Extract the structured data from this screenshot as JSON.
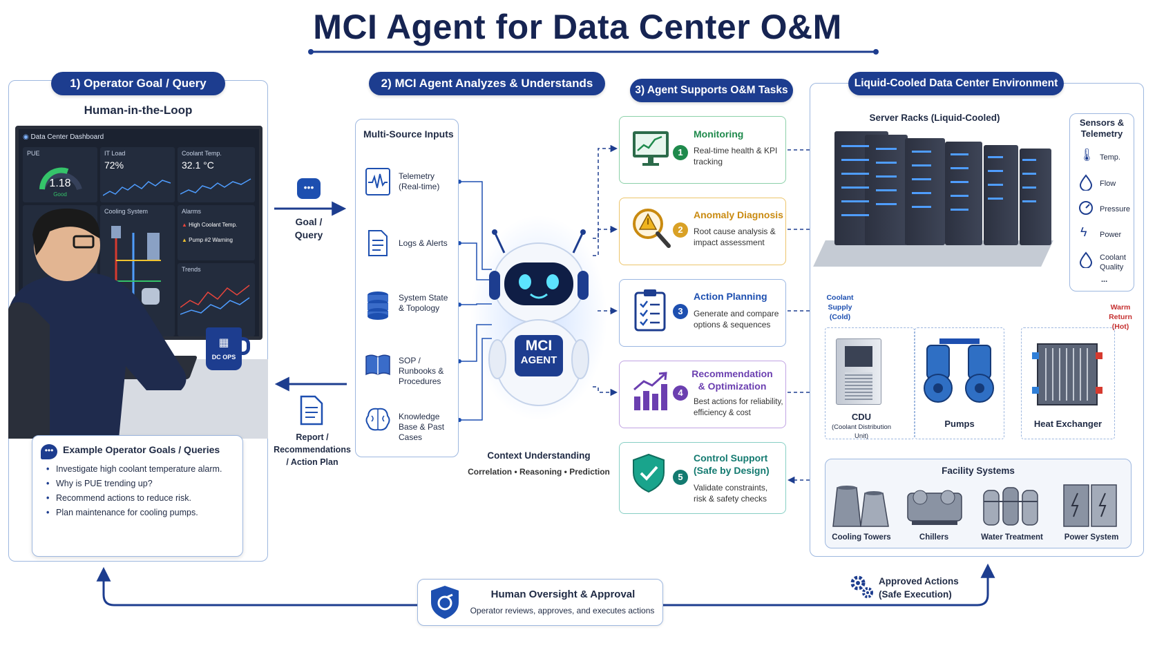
{
  "title": "MCI Agent for Data Center O&M",
  "section1": {
    "heading": "1) Operator Goal / Query",
    "subtitle": "Human-in-the-Loop",
    "dashboard": {
      "title": "Data Center Dashboard",
      "pue_label": "PUE",
      "pue_value": "1.18",
      "pue_status": "Good",
      "it_load_label": "IT Load",
      "it_load_value": "72%",
      "coolant_label": "Coolant Temp.",
      "coolant_value": "32.1 °C",
      "cooling_label": "Cooling System",
      "alarms_label": "Alarms",
      "alarm1": "High Coolant Temp.",
      "alarm2": "Pump #2 Warning",
      "trends_label": "Trends"
    },
    "mug_label": "DC OPS",
    "goals_title": "Example Operator Goals / Queries",
    "goals": [
      "Investigate high coolant temperature alarm.",
      "Why is PUE trending up?",
      "Recommend actions to reduce risk.",
      "Plan maintenance for cooling pumps."
    ]
  },
  "goal_query_label": "Goal / Query",
  "report_label": "Report / Recommendations / Action Plan",
  "section2": {
    "heading": "2) MCI Agent Analyzes & Understands",
    "inputs_title": "Multi-Source Inputs",
    "inputs": [
      {
        "label": "Telemetry (Real-time)",
        "icon": "waveform-icon"
      },
      {
        "label": "Logs & Alerts",
        "icon": "document-icon"
      },
      {
        "label": "System State & Topology",
        "icon": "database-icon"
      },
      {
        "label": "SOP / Runbooks & Procedures",
        "icon": "book-icon"
      },
      {
        "label": "Knowledge Base & Past Cases",
        "icon": "brain-icon"
      }
    ],
    "agent_label_1": "MCI",
    "agent_label_2": "AGENT",
    "context_title": "Context Understanding",
    "context_sub": "Correlation • Reasoning • Prediction"
  },
  "section3": {
    "heading": "3) Agent Supports O&M Tasks",
    "tasks": [
      {
        "num": "1",
        "title": "Monitoring",
        "desc": "Real-time health & KPI tracking",
        "color": "#1f8a4c"
      },
      {
        "num": "2",
        "title": "Anomaly Diagnosis",
        "desc": "Root cause analysis & impact assessment",
        "color": "#c98a10"
      },
      {
        "num": "3",
        "title": "Action Planning",
        "desc": "Generate and compare options & sequences",
        "color": "#1d4fb0"
      },
      {
        "num": "4",
        "title": "Recommendation & Optimization",
        "desc": "Best actions for reliability, efficiency & cost",
        "color": "#6b3fb0"
      },
      {
        "num": "5",
        "title": "Control Support (Safe by Design)",
        "desc": "Validate constraints, risk & safety checks",
        "color": "#137a70"
      }
    ]
  },
  "section4": {
    "heading": "Liquid-Cooled Data Center Environment",
    "racks_label": "Server Racks (Liquid-Cooled)",
    "sensors_title": "Sensors & Telemetry",
    "sensors": [
      "Temp.",
      "Flow",
      "Pressure",
      "Power",
      "Coolant Quality",
      "..."
    ],
    "supply_label": "Coolant Supply (Cold)",
    "return_label": "Warm Return (Hot)",
    "cdu_label": "CDU",
    "cdu_sub": "(Coolant Distribution Unit)",
    "pumps_label": "Pumps",
    "hx_label": "Heat Exchanger",
    "facility_title": "Facility Systems",
    "facility": [
      "Cooling Towers",
      "Chillers",
      "Water Treatment",
      "Power System"
    ]
  },
  "oversight": {
    "title": "Human Oversight & Approval",
    "sub": "Operator reviews, approves, and executes actions"
  },
  "approved": {
    "line1": "Approved Actions",
    "line2": "(Safe Execution)"
  },
  "colors": {
    "navy": "#1d3d8f",
    "cold": "#2f7fd8",
    "hot": "#d63a2f"
  }
}
